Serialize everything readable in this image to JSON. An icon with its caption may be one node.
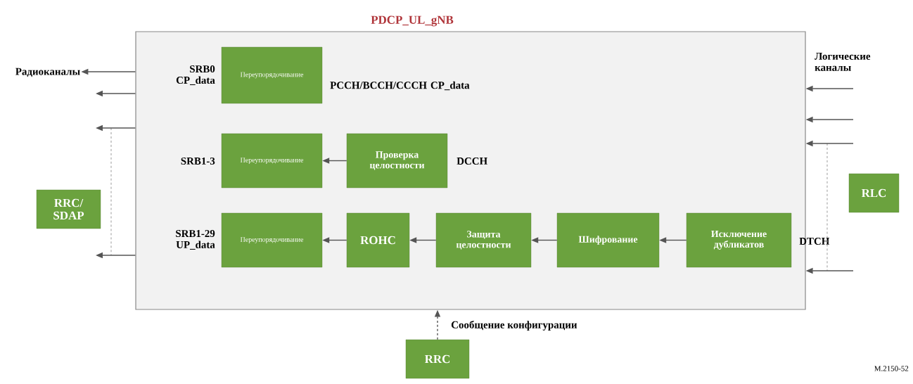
{
  "diagram": {
    "nodes": [
      {
        "text": [
          "PDCP_UL_gNB"
        ]
      },
      {
        "text": [
          "Переупорядочивание"
        ],
        "in": 0,
        "beside": [
          "SRB0 CP_data",
          "PCCH/BCCH/CCCH CP_data"
        ]
      },
      {
        "text": [
          "Переупорядочивание"
        ],
        "in": 0,
        "beside": [
          "SRB1-3"
        ]
      },
      {
        "text": [
          "Проверка целостности"
        ],
        "in": 0,
        "beside": [
          "DCCH"
        ]
      },
      {
        "text": [
          "Переупорядочивание"
        ],
        "in": 0,
        "beside": [
          "SRB1-29 UP_data"
        ]
      },
      {
        "text": [
          "ROHC"
        ],
        "in": 0
      },
      {
        "text": [
          "Защита целостности"
        ],
        "in": 0
      },
      {
        "text": [
          "Шифрование"
        ],
        "in": 0
      },
      {
        "text": [
          "Исключение дубликатов"
        ],
        "in": 0,
        "beside": [
          "DTCH"
        ]
      },
      {
        "text": [
          "RRC/ SDAP"
        ]
      },
      {
        "text": [
          "RLC"
        ]
      },
      {
        "text": [
          "RRC"
        ]
      },
      {
        "text": [
          "Радиоканалы"
        ]
      }
    ],
    "edges": [
      {
        "from": 3,
        "to": 2,
        "arrow": "to"
      },
      {
        "from": 5,
        "to": 4,
        "arrow": "to"
      },
      {
        "from": 6,
        "to": 5,
        "arrow": "to"
      },
      {
        "from": 7,
        "to": 6,
        "arrow": "to"
      },
      {
        "from": 8,
        "to": 7,
        "arrow": "to"
      },
      {
        "from": 0,
        "to": 12,
        "arrow": "to"
      },
      {
        "from": 0,
        "to": null,
        "arrow": "to"
      },
      {
        "from": 0,
        "to": null,
        "arrow": "to"
      },
      {
        "from": 0,
        "to": null,
        "arrow": "to"
      },
      {
        "from": null,
        "to": 0,
        "arrow": "to"
      },
      {
        "from": null,
        "to": 0,
        "arrow": "to"
      },
      {
        "from": null,
        "to": 0,
        "arrow": "to"
      },
      {
        "from": null,
        "to": 0,
        "arrow": "to"
      },
      {
        "from": 11,
        "to": 0,
        "arrow": "to",
        "style": "dashed",
        "label": "Сообщение конфигурации"
      }
    ],
    "labels": [
      "Логические каналы",
      "M.2150-52"
    ]
  }
}
